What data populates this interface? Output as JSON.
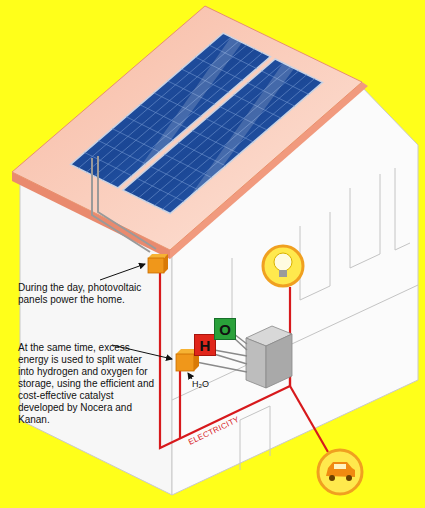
{
  "diagram": {
    "nodes": [
      {
        "text": [
          "H"
        ]
      },
      {
        "text": [
          "O"
        ]
      }
    ],
    "labels": [
      "During the day, photovoltaic panels power the home.",
      "At the same time, excess energy is used to split water into hydrogen and oxygen for storage, using the efficient and cost-effective catalyst developed by Nocera and Kanan.",
      "H₂O",
      "ELECTRICITY"
    ]
  }
}
